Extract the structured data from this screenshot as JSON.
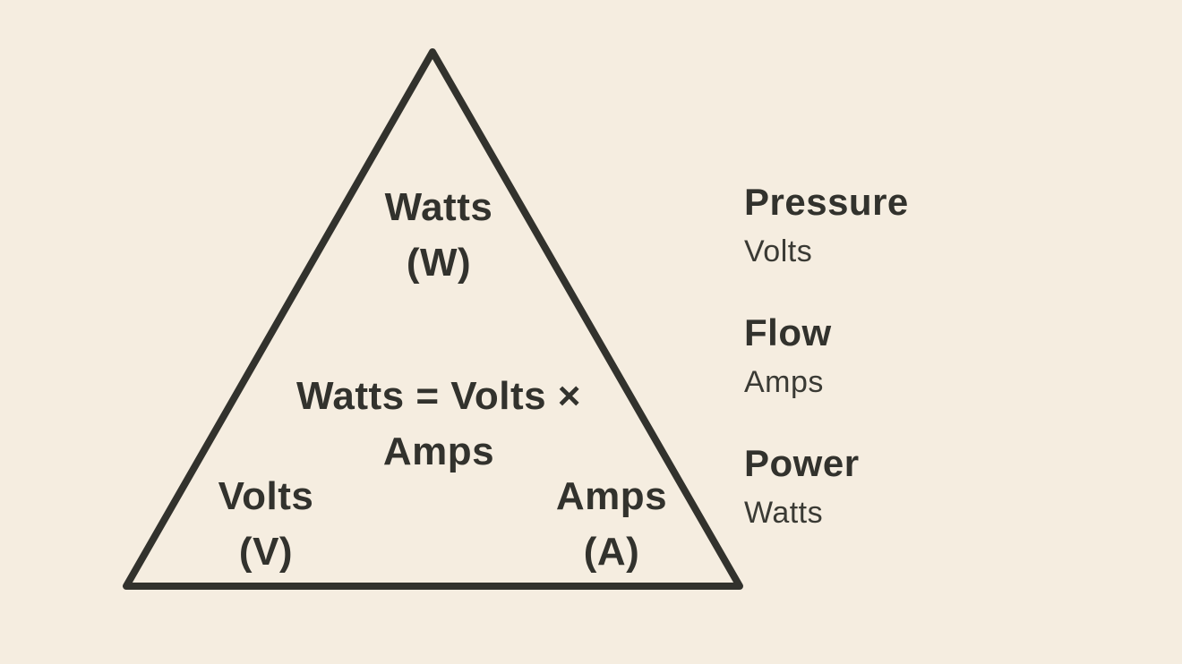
{
  "canvas": {
    "background_color": "#f5ede0",
    "ink_color": "#32322d"
  },
  "triangle": {
    "top_vertex": {
      "label": "Watts",
      "symbol": "(W)"
    },
    "bottom_left_vertex": {
      "label": "Volts",
      "symbol": "(V)"
    },
    "bottom_right_vertex": {
      "label": "Amps",
      "symbol": "(A)"
    },
    "formula": {
      "line1": "Watts = Volts ×",
      "line2": "Amps"
    }
  },
  "legend": {
    "items": [
      {
        "term": "Pressure",
        "definition": "Volts"
      },
      {
        "term": "Flow",
        "definition": "Amps"
      },
      {
        "term": "Power",
        "definition": "Watts"
      }
    ]
  }
}
